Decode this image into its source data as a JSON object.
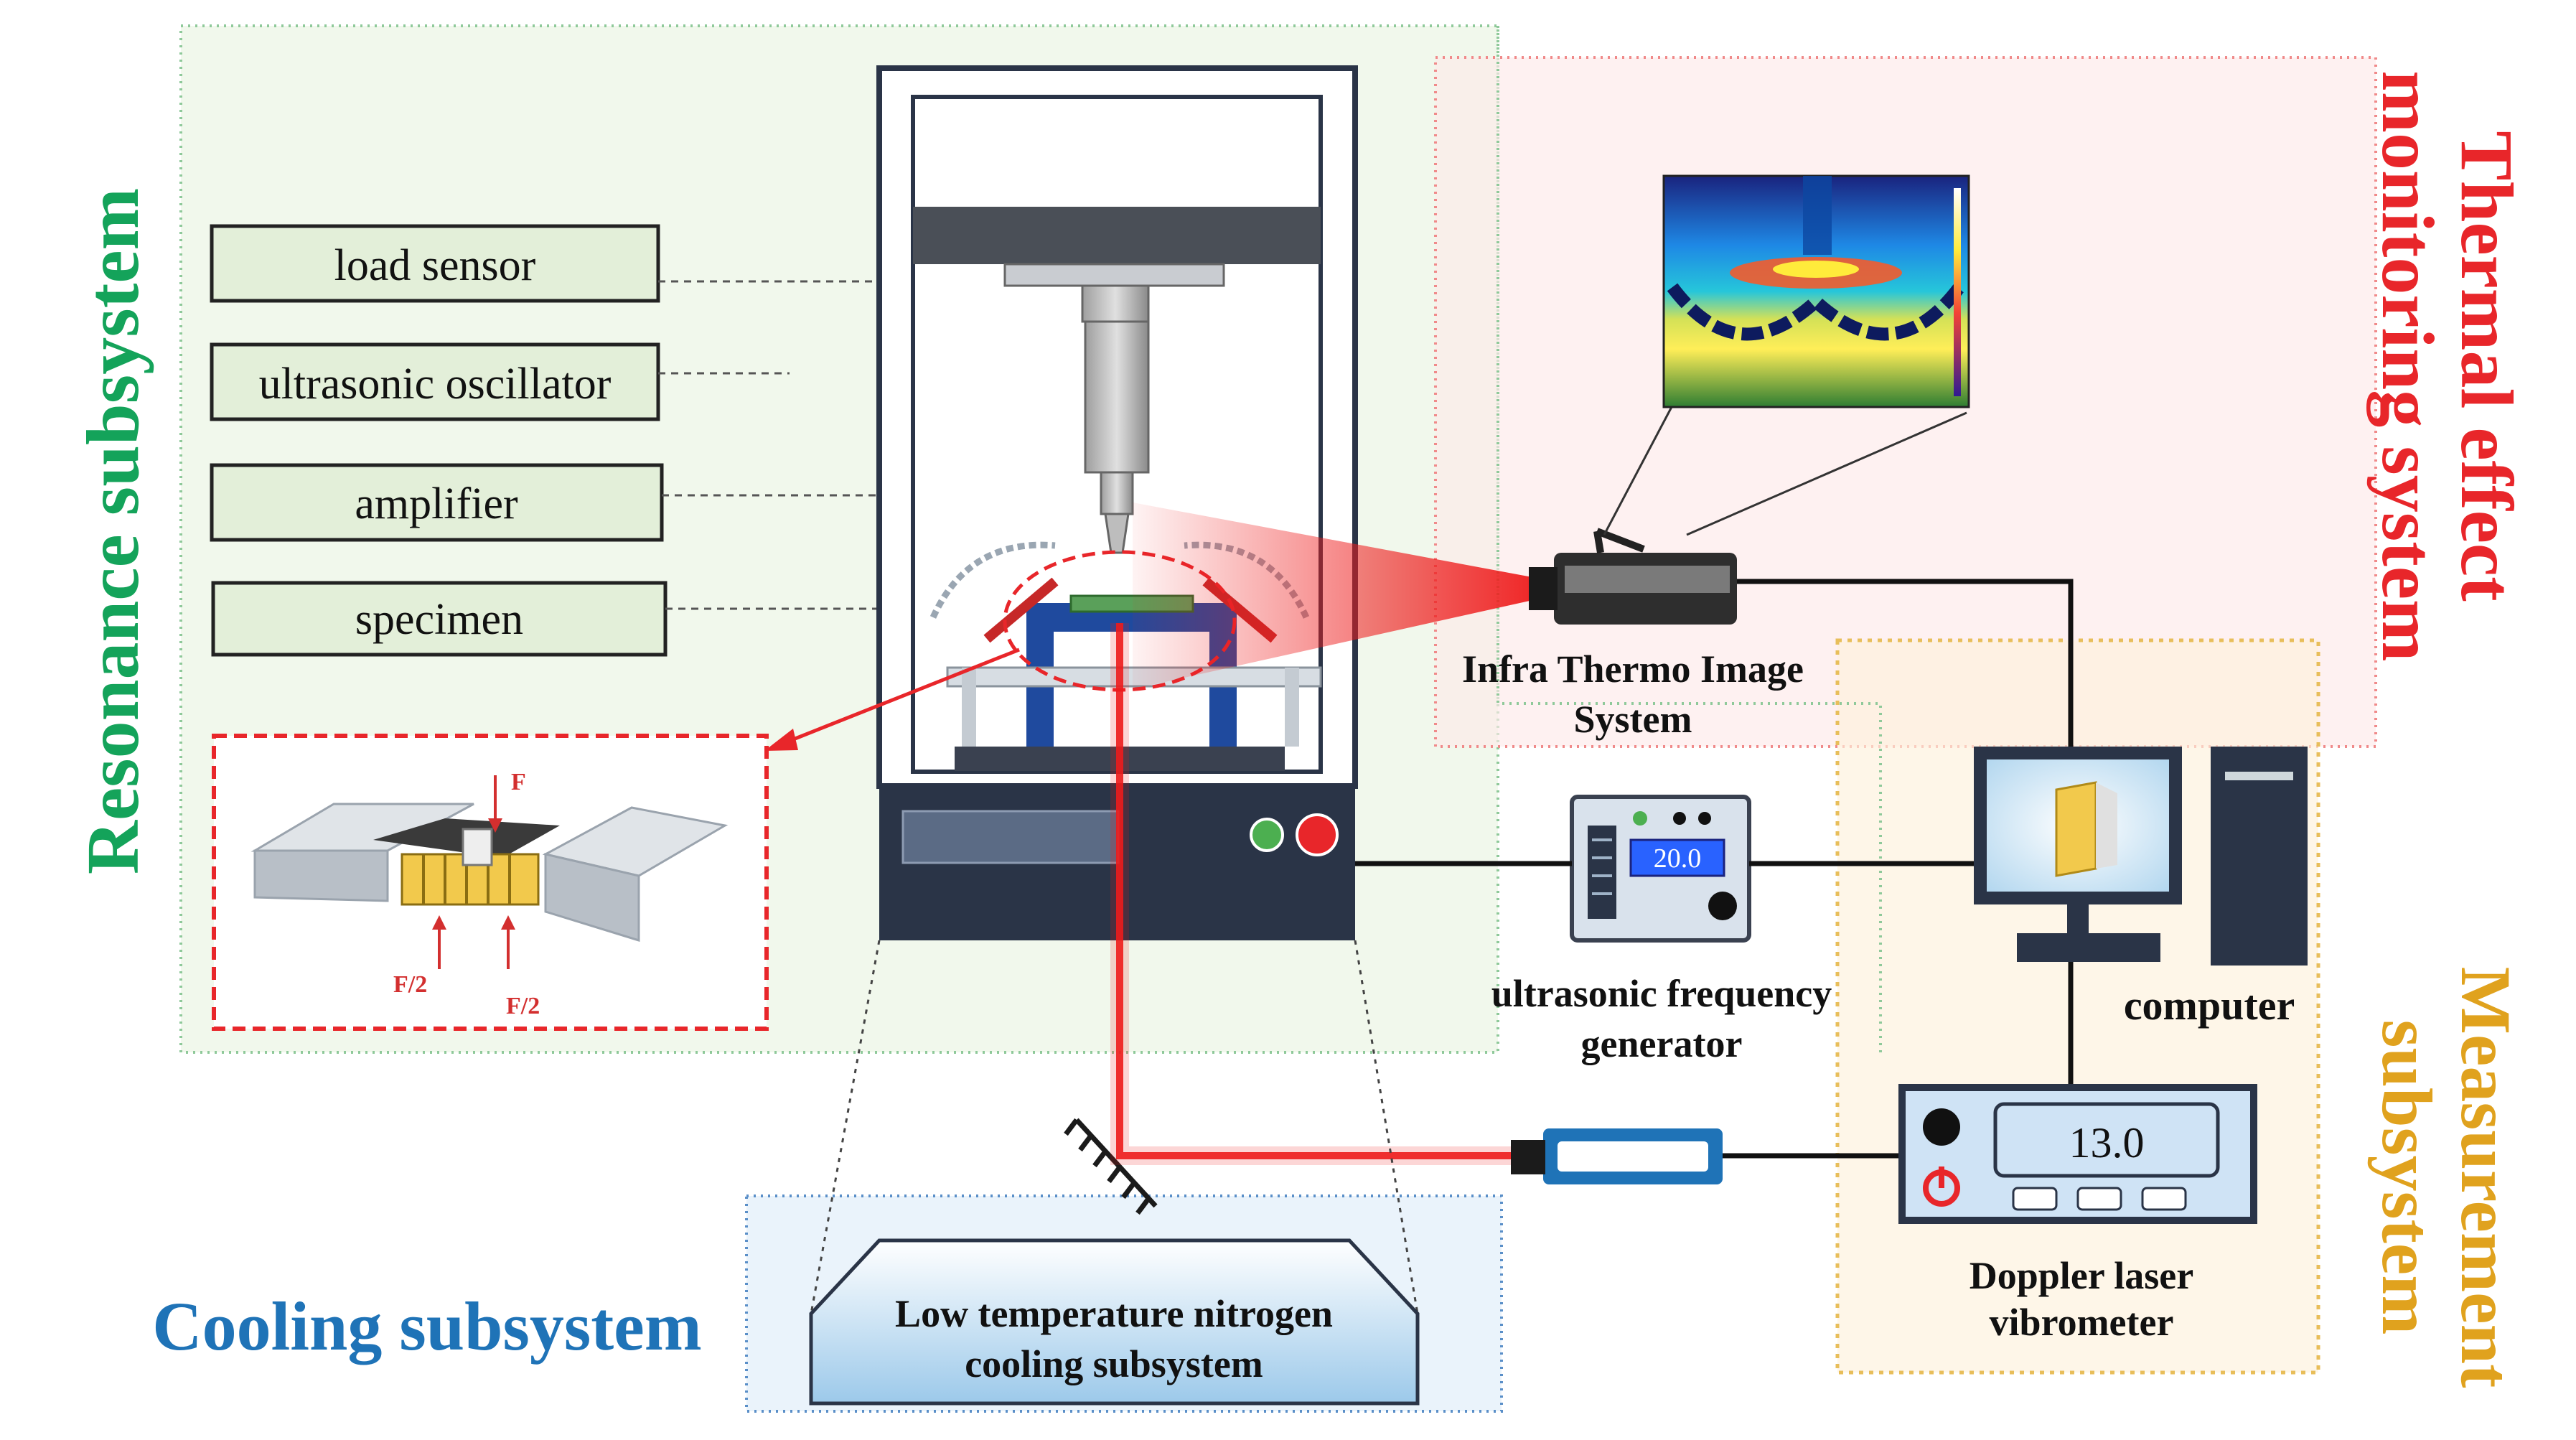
{
  "subsystems": {
    "resonance": "Resonance subsystem",
    "thermal_line1": "Thermal effect",
    "thermal_line2": "monitoring system",
    "cooling": "Cooling subsystem",
    "measurement_line1": "Measurement",
    "measurement_line2": "subsystem"
  },
  "components": {
    "load_sensor": "load sensor",
    "oscillator": "ultrasonic oscillator",
    "amplifier": "amplifier",
    "specimen": "specimen",
    "thermo_line1": "Infra Thermo Image",
    "thermo_line2": "System",
    "generator_line1": "ultrasonic frequency",
    "generator_line2": "generator",
    "computer": "computer",
    "doppler_line1": "Doppler laser",
    "doppler_line2": "vibrometer",
    "nitrogen_line1": "Low temperature nitrogen",
    "nitrogen_line2": "cooling subsystem"
  },
  "readouts": {
    "generator_display": "20.0",
    "vibrometer_display": "13.0"
  },
  "specimen_detail": {
    "force": "F",
    "half_force_left": "F/2",
    "half_force_right": "F/2"
  },
  "colors": {
    "resonance": "#14a35a",
    "thermal": "#e8262a",
    "cooling": "#1f73b7",
    "measurement": "#e0a21e",
    "label_box_fill": "#e3efd9",
    "machine_dark": "#2a3447",
    "laser": "#ee1c1c"
  }
}
